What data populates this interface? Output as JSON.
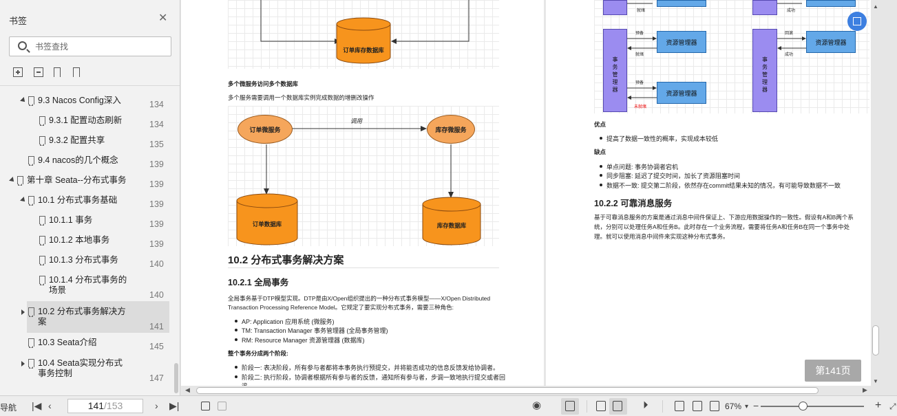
{
  "sidebar": {
    "title": "书签",
    "search_placeholder": "书签查找",
    "toc": [
      {
        "label": "9.3 Nacos Config深入",
        "page": "134",
        "arrow": "down",
        "level": 1
      },
      {
        "label": "9.3.1 配置动态刷新",
        "page": "134",
        "arrow": "",
        "level": 2
      },
      {
        "label": "9.3.2 配置共享",
        "page": "135",
        "arrow": "",
        "level": 2
      },
      {
        "label": "9.4 nacos的几个概念",
        "page": "139",
        "arrow": "",
        "level": 1
      },
      {
        "label": "第十章 Seata--分布式事务",
        "page": "139",
        "arrow": "down",
        "level": 0
      },
      {
        "label": "10.1 分布式事务基础",
        "page": "139",
        "arrow": "down",
        "level": 1
      },
      {
        "label": "10.1.1 事务",
        "page": "139",
        "arrow": "",
        "level": 2
      },
      {
        "label": "10.1.2 本地事务",
        "page": "139",
        "arrow": "",
        "level": 2
      },
      {
        "label": "10.1.3 分布式事务",
        "page": "140",
        "arrow": "",
        "level": 2
      },
      {
        "label": "10.1.4 分布式事务的",
        "label2": "场景",
        "page": "140",
        "arrow": "",
        "level": 2
      },
      {
        "label": "10.2 分布式事务解决方",
        "label2": "案",
        "page": "141",
        "arrow": "right",
        "level": 1,
        "selected": true
      },
      {
        "label": "10.3 Seata介绍",
        "page": "145",
        "arrow": "",
        "level": 1
      },
      {
        "label": "10.4 Seata实现分布式",
        "label2": "事务控制",
        "page": "147",
        "arrow": "right",
        "level": 1
      }
    ]
  },
  "left_page": {
    "db_top_label": "订单库存数据库",
    "section_title": "多个微服务访问多个数据库",
    "section_desc": "多个服务需要调用一个数据库实例完成数据的增删改操作",
    "node_order_service": "订单微服务",
    "node_stock_service": "库存微服务",
    "call_label": "调用",
    "db_order": "订单数据库",
    "db_stock": "库存数据库",
    "h2": "10.2 分布式事务解决方案",
    "h3": "10.2.1 全局事务",
    "p1_line1": "全局事务基于DTP模型实现。DTP是由X/Open组织提出的一种分布式事务模型——X/Open Distributed",
    "p1_line2": "Transaction Processing Reference Model。它规定了要实现分布式事务，需要三种角色:",
    "roles": [
      "AP: Application 应用系统 (微服务)",
      "TM: Transaction Manager 事务管理器 (全局事务管理)",
      "RM: Resource Manager 资源管理器 (数据库)"
    ],
    "phases_title": "整个事务分成两个阶段:",
    "phase1": "阶段一: 表决阶段，所有参与者都将本事务执行预提交，并将能否成功的信息反馈发给协调者。",
    "phase2": "阶段二: 执行阶段，协调者根据所有参与者的反馈，通知所有参与者，步调一致地执行提交或者回",
    "phase2_cont": "滚。"
  },
  "right_page": {
    "ready": "就绪",
    "success": "成功",
    "prepare": "预备",
    "rollback": "回滚",
    "rm": "资源管理器",
    "tm": "事务管理器",
    "not_ready": "未就绪",
    "pros_title": "优点",
    "pros": [
      "提高了数据一致性的概率，实现成本较低"
    ],
    "cons_title": "缺点",
    "cons": [
      "单点问题: 事务协调者宕机",
      "同步阻塞: 延迟了提交时间，加长了资源阻塞时间",
      "数据不一致: 提交第二阶段，依然存在commit结果未知的情况，有可能导致数据不一致"
    ],
    "h3": "10.2.2 可靠消息服务",
    "p_line1": "基于可靠消息服务的方案是通过消息中间件保证上、下游应用数据操作的一致性。假设有A和B两个系",
    "p_line2": "统，分别可以处理任务A和任务B。此时存在一个业务流程，需要将任务A和任务B在同一个事务中处",
    "p_line3": "理。就可以使用消息中间件来实现这种分布式事务。"
  },
  "page_badge": "第141页",
  "toolbar": {
    "nav_label": "导航",
    "current_page": "141",
    "total_pages": "/153",
    "zoom": "67%"
  }
}
